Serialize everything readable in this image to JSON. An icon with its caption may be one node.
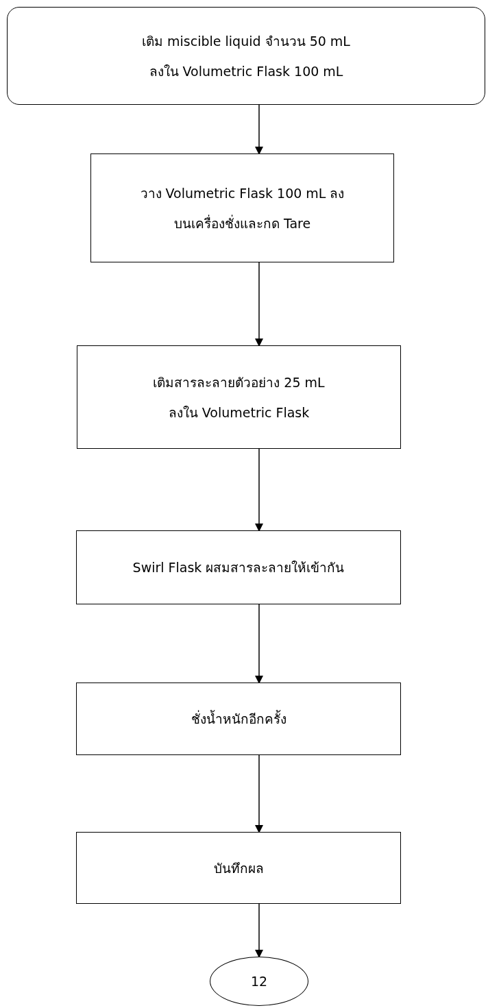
{
  "diagram": {
    "nodes": [
      {
        "text": [
          "เติม miscible liquid จำนวน 50 mL ลงใน Volumetric Flask 100 mL"
        ]
      },
      {
        "text": [
          "วาง Volumetric Flask 100 mL ลงบนเครื่องชั่งและกด Tare"
        ]
      },
      {
        "text": [
          "เติมสารละลายตัวอย่าง 25 mL ลงใน Volumetric Flask"
        ]
      },
      {
        "text": [
          "Swirl Flask ผสมสารละลายให้เข้ากัน"
        ]
      },
      {
        "text": [
          "ชั่งน้ำหนักอีกครั้ง"
        ]
      },
      {
        "text": [
          "บันทึกผล"
        ]
      },
      {
        "text": [
          "12"
        ]
      }
    ],
    "edges": [
      {
        "from": 0,
        "to": 1,
        "arrow": "to"
      },
      {
        "from": 1,
        "to": 2,
        "arrow": "to"
      },
      {
        "from": 2,
        "to": 3,
        "arrow": "to"
      },
      {
        "from": 3,
        "to": 4,
        "arrow": "to"
      },
      {
        "from": 4,
        "to": 5,
        "arrow": "to"
      },
      {
        "from": 5,
        "to": 6,
        "arrow": "to"
      }
    ]
  }
}
